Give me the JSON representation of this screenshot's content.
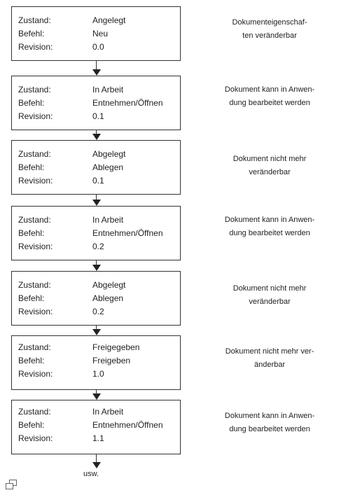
{
  "labels": {
    "state": "Zustand:",
    "command": "Befehl:",
    "revision": "Revision:"
  },
  "steps": [
    {
      "state": "Angelegt",
      "command": "Neu",
      "revision": "0.0",
      "note_lines": [
        "Dokumenteigenschaf-",
        "ten veränderbar"
      ]
    },
    {
      "state": "In Arbeit",
      "command": "Entnehmen/Öffnen",
      "revision": "0.1",
      "note_lines": [
        "Dokument kann in Anwen-",
        "dung bearbeitet werden"
      ]
    },
    {
      "state": "Abgelegt",
      "command": "Ablegen",
      "revision": "0.1",
      "note_lines": [
        "Dokument nicht mehr",
        "veränderbar"
      ]
    },
    {
      "state": "In Arbeit",
      "command": "Entnehmen/Öffnen",
      "revision": "0.2",
      "note_lines": [
        "Dokument kann in Anwen-",
        "dung bearbeitet werden"
      ]
    },
    {
      "state": "Abgelegt",
      "command": "Ablegen",
      "revision": "0.2",
      "note_lines": [
        "Dokument nicht mehr",
        "veränderbar"
      ]
    },
    {
      "state": "Freigegeben",
      "command": "Freigeben",
      "revision": "1.0",
      "note_lines": [
        "Dokument nicht mehr ver-",
        "änderbar"
      ]
    },
    {
      "state": "In Arbeit",
      "command": "Entnehmen/Öffnen",
      "revision": "1.1",
      "note_lines": [
        "Dokument kann in Anwen-",
        "dung bearbeitet werden"
      ]
    }
  ],
  "end_label": "usw.",
  "icons": {
    "corner": "expand-icon"
  }
}
